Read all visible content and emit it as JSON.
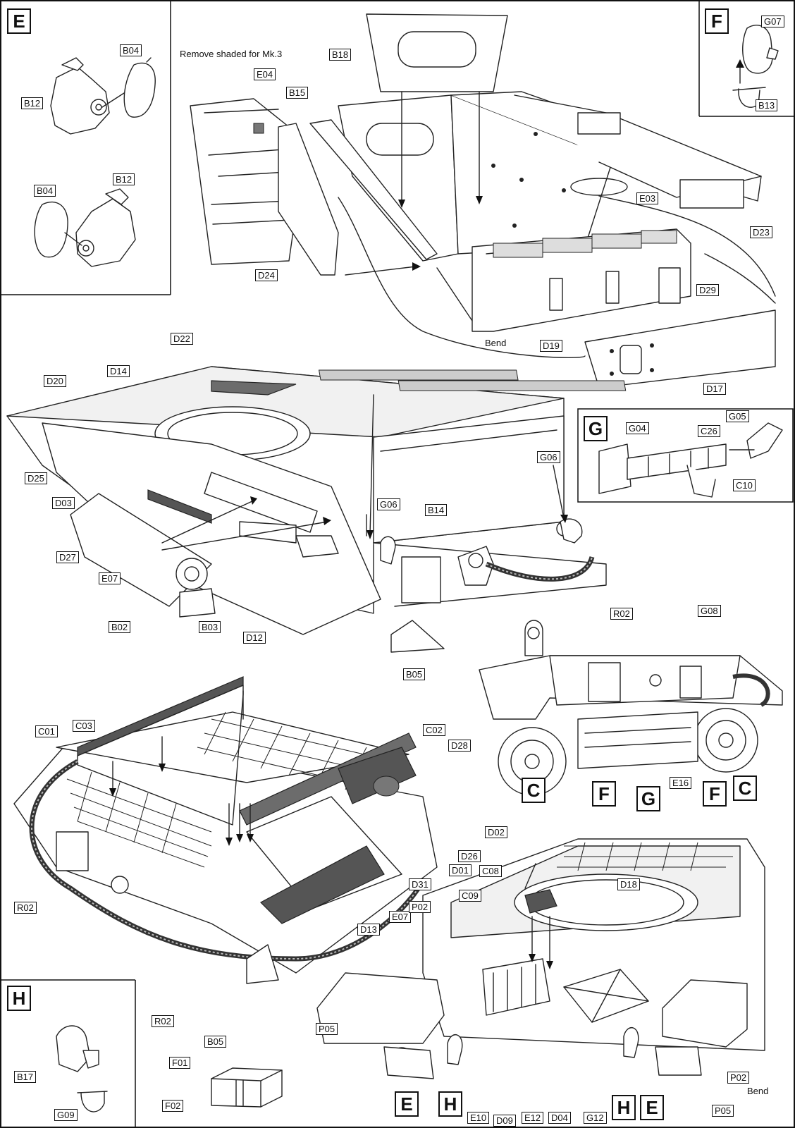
{
  "callouts": {
    "E": "E",
    "F": "F",
    "G": "G",
    "H": "H",
    "C": "C"
  },
  "notes": {
    "remove_shaded": "Remove shaded for Mk.3",
    "bend": "Bend"
  },
  "parts": {
    "B04": "B04",
    "B12": "B12",
    "B13": "B13",
    "G07": "G07",
    "B18": "B18",
    "B15": "B15",
    "E04": "E04",
    "D24": "D24",
    "E03": "E03",
    "D23": "D23",
    "D29": "D29",
    "D19": "D19",
    "D17": "D17",
    "D22": "D22",
    "D14": "D14",
    "D20": "D20",
    "D25": "D25",
    "D03": "D03",
    "D27": "D27",
    "E07": "E07",
    "B02": "B02",
    "B03": "B03",
    "D12": "D12",
    "G06": "G06",
    "B14": "B14",
    "R02": "R02",
    "B05": "B05",
    "G04": "G04",
    "C26": "C26",
    "G05": "G05",
    "C10": "C10",
    "G08": "G08",
    "E16": "E16",
    "C01": "C01",
    "C03": "C03",
    "C02": "C02",
    "D28": "D28",
    "D02": "D02",
    "D26": "D26",
    "D01": "D01",
    "D31": "D31",
    "D13": "D13",
    "C08": "C08",
    "C09": "C09",
    "P02": "P02",
    "D18": "D18",
    "P05": "P05",
    "E10": "E10",
    "D09": "D09",
    "E12": "E12",
    "D04": "D04",
    "G12": "G12",
    "F01": "F01",
    "F02": "F02",
    "B17": "B17",
    "G09": "G09"
  }
}
